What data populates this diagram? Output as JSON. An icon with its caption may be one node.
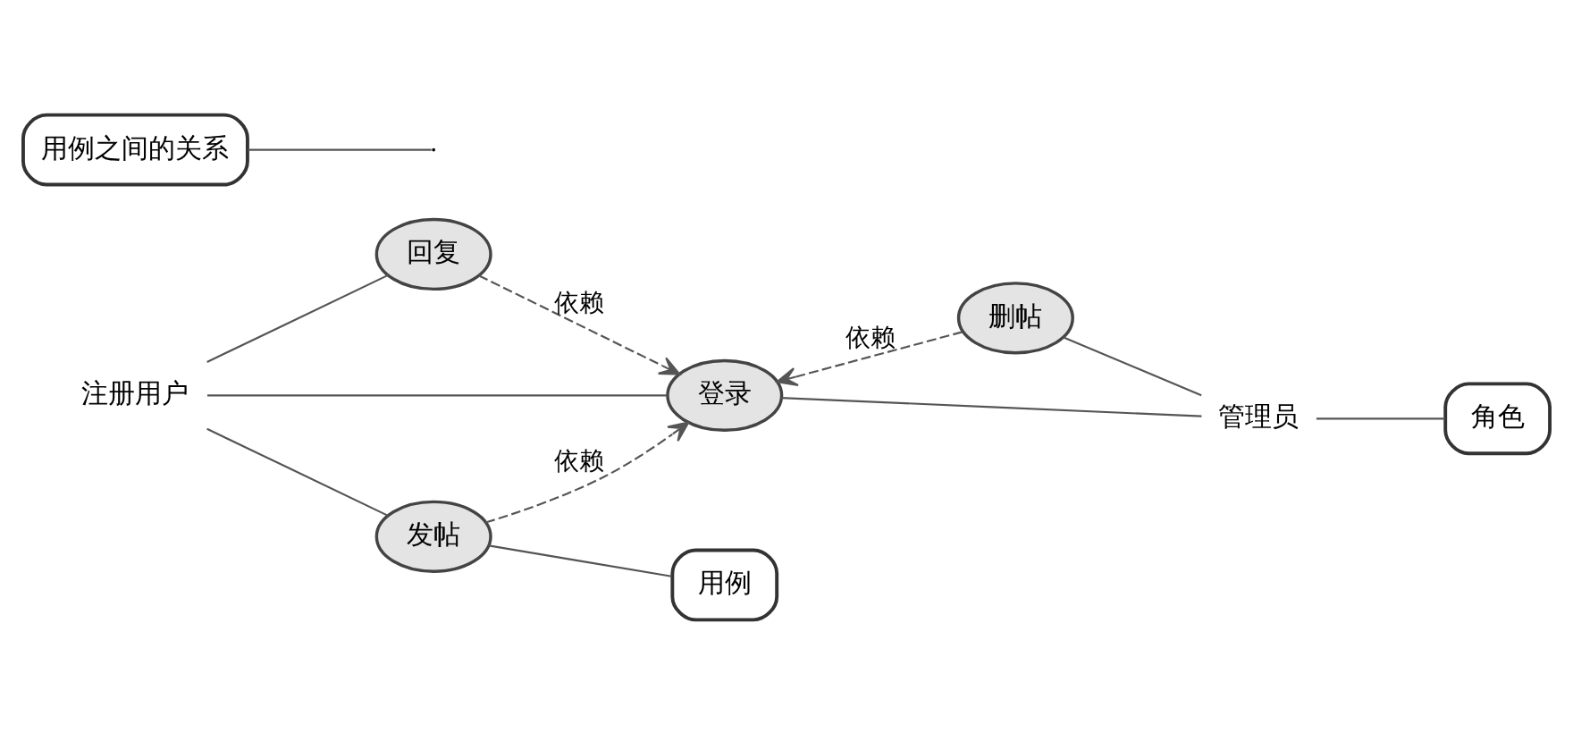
{
  "diagram": {
    "nodes": [
      {
        "text": [
          "注册用户"
        ]
      },
      {
        "text": [
          "回复"
        ]
      },
      {
        "text": [
          "删帖"
        ]
      },
      {
        "text": [
          "登录"
        ]
      },
      {
        "text": [
          "管理员"
        ]
      },
      {
        "text": [
          "用例之间的关系"
        ]
      },
      {
        "text": [
          "发帖"
        ]
      },
      {
        "text": [
          "角色"
        ]
      },
      {
        "text": [
          "用例"
        ]
      }
    ],
    "edges": [
      {
        "from": 0,
        "to": 1,
        "arrow": "none"
      },
      {
        "from": 0,
        "to": 3,
        "arrow": "none"
      },
      {
        "from": 0,
        "to": 6,
        "arrow": "none"
      },
      {
        "from": 1,
        "to": 3,
        "arrow": "to",
        "style": "dashed",
        "label": "依赖"
      },
      {
        "from": 2,
        "to": 3,
        "arrow": "to",
        "style": "dashed",
        "label": "依赖"
      },
      {
        "from": 6,
        "to": 3,
        "arrow": "to",
        "style": "dashed",
        "label": "依赖"
      },
      {
        "from": 4,
        "to": 3,
        "arrow": "none"
      },
      {
        "from": 2,
        "to": 4,
        "arrow": "none"
      },
      {
        "from": 5,
        "to": null,
        "arrow": "none"
      },
      {
        "from": 7,
        "to": 4,
        "arrow": "none"
      },
      {
        "from": 8,
        "to": 6,
        "arrow": "none"
      }
    ]
  }
}
